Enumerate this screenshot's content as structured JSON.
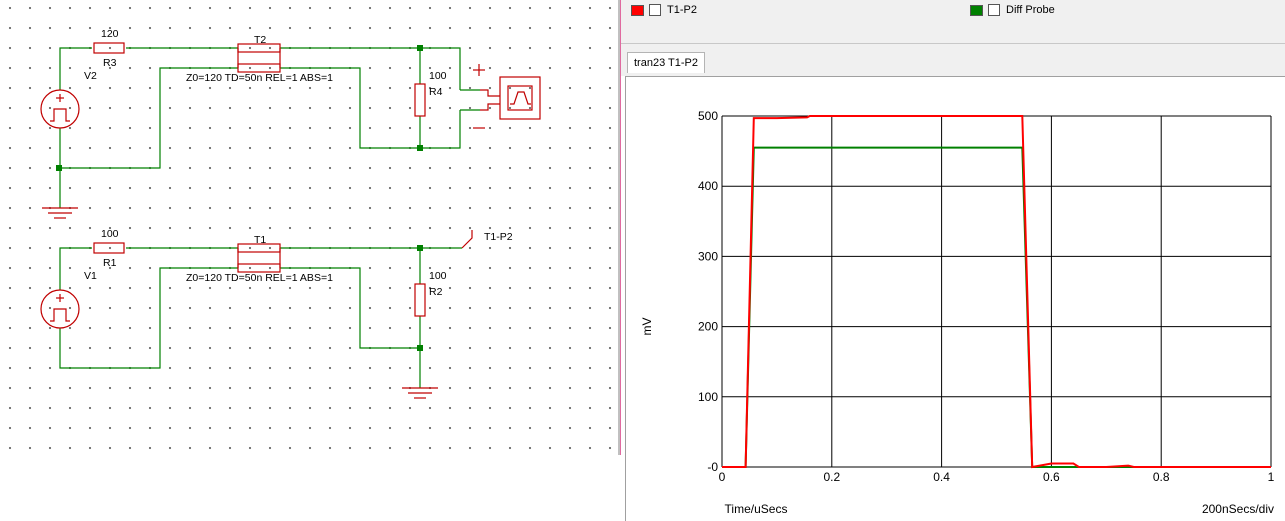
{
  "schematic": {
    "labels": {
      "r3_value": "120",
      "r3_name": "R3",
      "t2_name": "T2",
      "t2_params": "Z0=120 TD=50n REL=1 ABS=1",
      "r4_value": "100",
      "r4_name": "R4",
      "v2_name": "V2",
      "plus": "+",
      "minus": "−",
      "r1_value": "100",
      "r1_name": "R1",
      "t1_name": "T1",
      "t1_params": "Z0=120 TD=50n REL=1 ABS=1",
      "probe_label": "T1-P2",
      "r2_value": "100",
      "r2_name": "R2",
      "v1_name": "V1"
    },
    "colors": {
      "wire": "#008000",
      "component": "#c00000",
      "node": "#008000"
    }
  },
  "legend": [
    {
      "label": "T1-P2",
      "color": "#ff0000"
    },
    {
      "label": "Diff Probe",
      "color": "#008000"
    }
  ],
  "tab": {
    "label": "tran23 T1-P2"
  },
  "chart_data": {
    "type": "line",
    "xlabel": "Time/uSecs",
    "ylabel": "mV",
    "x_div_label": "200nSecs/div",
    "xlim": [
      0,
      1
    ],
    "ylim": [
      0,
      500
    ],
    "xticks": [
      "0",
      "0.2",
      "0.4",
      "0.6",
      "0.8",
      "1"
    ],
    "yticks": [
      "-0",
      "100",
      "200",
      "300",
      "400",
      "500"
    ],
    "grid": true,
    "series": [
      {
        "name": "T1-P2",
        "color": "#ff0000",
        "x": [
          0,
          0.043,
          0.058,
          0.1,
          0.155,
          0.16,
          0.547,
          0.565,
          0.6,
          0.64,
          0.65,
          0.7,
          0.74,
          0.75,
          1
        ],
        "y": [
          0,
          0,
          497,
          497,
          498,
          500,
          500,
          0,
          5,
          5,
          0,
          0,
          2,
          0,
          0
        ]
      },
      {
        "name": "Diff Probe",
        "color": "#008000",
        "x": [
          0,
          0.043,
          0.058,
          0.547,
          0.565,
          1
        ],
        "y": [
          0,
          0,
          455,
          455,
          0,
          0
        ]
      }
    ]
  }
}
